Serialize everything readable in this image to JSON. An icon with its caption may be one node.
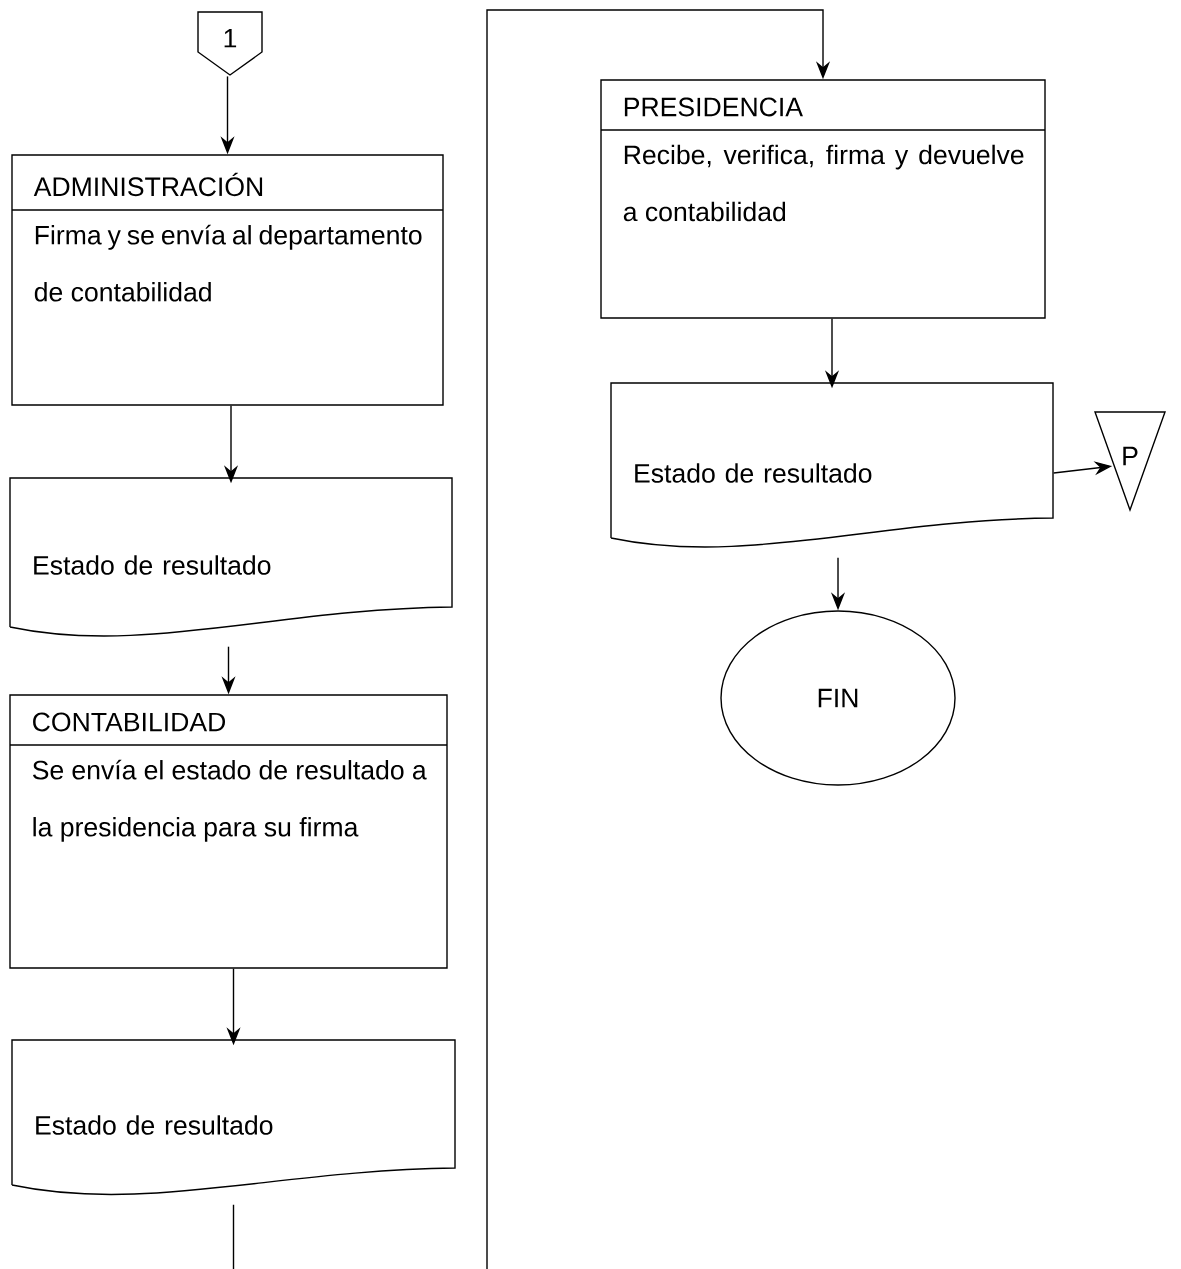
{
  "diagram": {
    "nodes": [
      {
        "text": [
          "1"
        ]
      },
      {
        "text": [
          "ADMINISTRACIÓN",
          "Firma y se envía al departamento de contabilidad"
        ]
      },
      {
        "text": [
          "Estado de resultado"
        ]
      },
      {
        "text": [
          "CONTABILIDAD",
          "Se envía el estado de resultado a la presidencia para su firma"
        ]
      },
      {
        "text": [
          "Estado de resultado"
        ]
      },
      {
        "text": [
          "PRESIDENCIA",
          "Recibe, verifica, firma y devuelve a contabilidad"
        ]
      },
      {
        "text": [
          "Estado de resultado"
        ]
      },
      {
        "text": [
          "P"
        ]
      },
      {
        "text": [
          "FIN"
        ]
      }
    ],
    "edges": [
      {
        "from": 0,
        "to": 1,
        "arrow": "to"
      },
      {
        "from": 1,
        "to": 2,
        "arrow": "to"
      },
      {
        "from": 2,
        "to": 3,
        "arrow": "to"
      },
      {
        "from": 3,
        "to": 4,
        "arrow": "to"
      },
      {
        "from": 4,
        "to": 5,
        "arrow": "to"
      },
      {
        "from": 5,
        "to": 6,
        "arrow": "to"
      },
      {
        "from": 6,
        "to": 7,
        "arrow": "to"
      },
      {
        "from": 6,
        "to": 8,
        "arrow": "to"
      }
    ]
  }
}
